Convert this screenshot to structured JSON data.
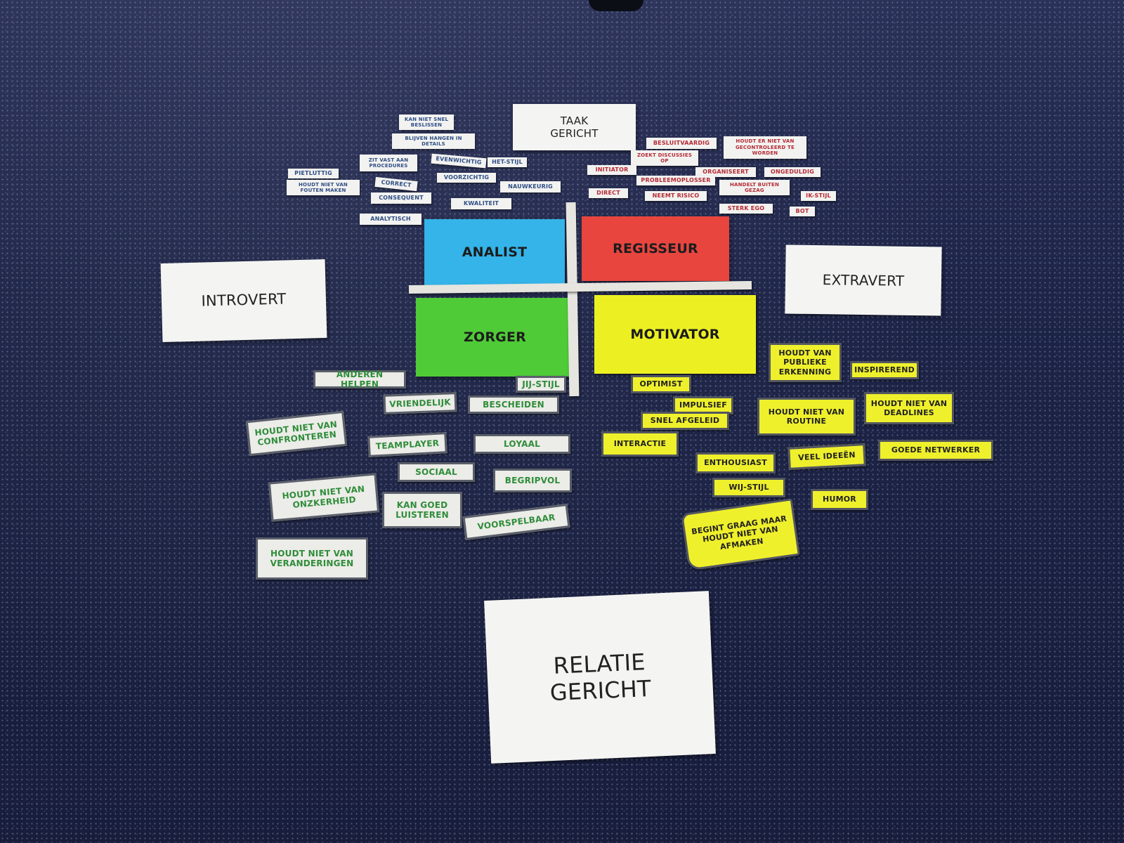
{
  "axes": {
    "top": [
      "TAAK",
      "GERICHT"
    ],
    "bottom": [
      "RELATIE",
      "GERICHT"
    ],
    "left": "INTROVERT",
    "right": "EXTRAVERT"
  },
  "quadrants": {
    "analist": "ANALIST",
    "regisseur": "REGISSEUR",
    "zorger": "ZORGER",
    "motivator": "MOTIVATOR"
  },
  "colors": {
    "analist": "#34b4e8",
    "regisseur": "#e8453f",
    "zorger": "#4fcb37",
    "motivator": "#ecf022",
    "carpet": "#1b2243"
  },
  "labels": {
    "analist": [
      "KAN NIET SNEL BESLISSEN",
      "BLIJVEN HANGEN IN DETAILS",
      "ZIT VAST AAN PROCEDURES",
      "EVENWICHTIG",
      "HET-STIJL",
      "PIETLUTTIG",
      "HOUDT NIET VAN FOUTEN MAKEN",
      "CORRECT",
      "VOORZICHTIG",
      "NAUWKEURIG",
      "CONSEQUENT",
      "KWALITEIT",
      "ANALYTISCH"
    ],
    "regisseur": [
      "BESLUITVAARDIG",
      "HOUDT ER NIET VAN GECONTROLEERD TE WORDEN",
      "ZOEKT DISCUSSIES OP",
      "INITIATOR",
      "ORGANISEERT",
      "ONGEDULDIG",
      "PROBLEEMOPLOSSER",
      "HANDELT BUITEN GEZAG",
      "DIRECT",
      "NEEMT RISICO",
      "IK-STIJL",
      "STERK EGO",
      "BOT"
    ],
    "zorger": [
      "ANDEREN HELPEN",
      "JIJ-STIJL",
      "VRIENDELIJK",
      "BESCHEIDEN",
      "HOUDT NIET VAN CONFRONTEREN",
      "TEAMPLAYER",
      "LOYAAL",
      "SOCIAAL",
      "BEGRIPVOL",
      "HOUDT NIET VAN ONZKERHEID",
      "KAN GOED LUISTEREN",
      "VOORSPELBAAR",
      "HOUDT NIET VAN VERANDERINGEN"
    ],
    "motivator": [
      "HOUDT VAN PUBLIEKE ERKENNING",
      "INSPIREREND",
      "OPTIMIST",
      "IMPULSIEF",
      "SNEL AFGELEID",
      "HOUDT NIET VAN ROUTINE",
      "HOUDT NIET VAN DEADLINES",
      "INTERACTIE",
      "ENTHOUSIAST",
      "VEEL IDEEËN",
      "GOEDE NETWERKER",
      "WIJ-STIJL",
      "HUMOR",
      "BEGINT GRAAG MAAR HOUDT NIET VAN AFMAKEN"
    ]
  }
}
